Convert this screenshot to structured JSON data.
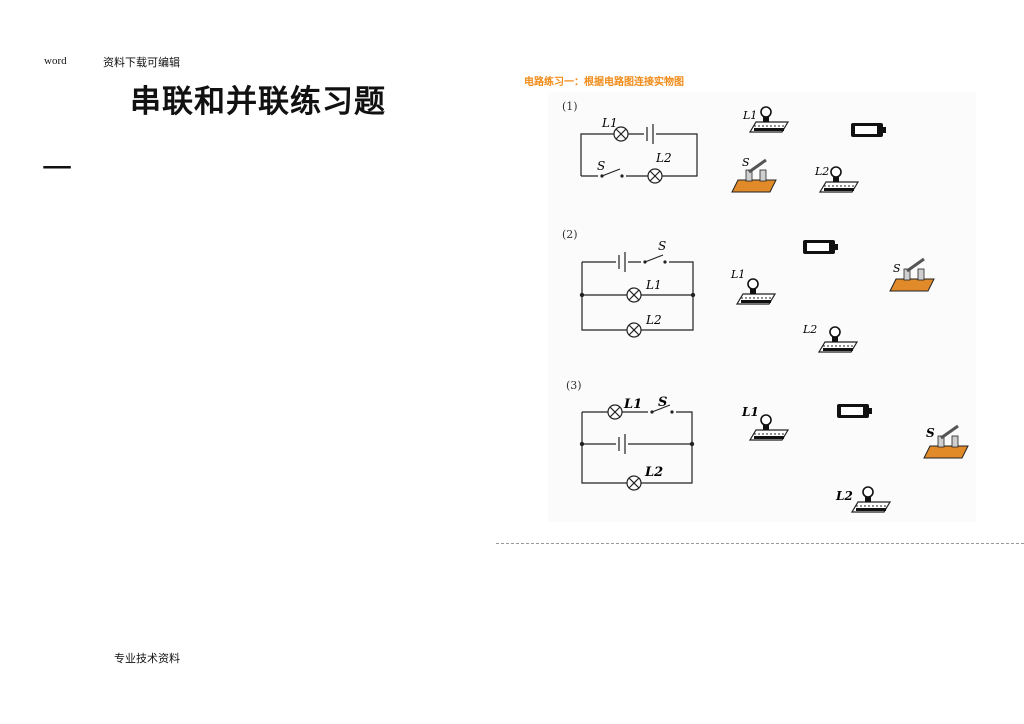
{
  "header": {
    "word": "word",
    "note": "资料下载可编辑"
  },
  "doc": {
    "title": "串联和并联练习题",
    "section": "一"
  },
  "footer": {
    "note": "专业技术资料"
  },
  "exercise": {
    "title": "电路练习一：根据电路图连接实物图",
    "items": [
      {
        "number": "(1)",
        "labels": {
          "lamp1": "L1",
          "lamp2": "L2",
          "switch": "S"
        }
      },
      {
        "number": "(2)",
        "labels": {
          "lamp1": "L1",
          "lamp2": "L2",
          "switch": "S"
        }
      },
      {
        "number": "(3)",
        "labels": {
          "lamp1": "L1",
          "lamp2": "L2",
          "switch": "S"
        }
      }
    ]
  },
  "colors": {
    "exercise_title": "#f08c1a",
    "switch_base": "#e08a2a"
  }
}
